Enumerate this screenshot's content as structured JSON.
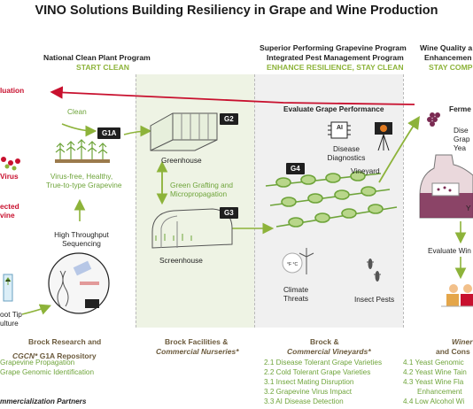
{
  "title": "VINO Solutions Building Resiliency in Grape and Wine Production",
  "columns": [
    {
      "heading": "National Clean Plant Program",
      "sub": "START CLEAN"
    },
    {
      "heading1": "Superior Performing Grapevine Program",
      "heading2": "Integrated Pest Management Program",
      "sub": "ENHANCE RESILIENCE, STAY CLEAN"
    },
    {
      "heading1": "Wine Quality a",
      "heading2": "Enhancemen",
      "sub": "STAY COMP"
    }
  ],
  "labels": {
    "evaluation": "luation",
    "clean": "Clean",
    "g1a": "G1A",
    "g2": "G2",
    "g3": "G3",
    "g4": "G4",
    "virus_free": [
      "Virus-free, Healthy,",
      "True-to-type Grapevine"
    ],
    "virus": "Virus",
    "infected": [
      "ected",
      "vine"
    ],
    "hts": [
      "High Throughput",
      "Sequencing"
    ],
    "shoot_tip": [
      "oot Tip",
      "ulture"
    ],
    "greenhouse": "Greenhouse",
    "grafting": [
      "Green Grafting and",
      "Micropropagation"
    ],
    "screenhouse": "Screenhouse",
    "evaluate_perf": "Evaluate Grape Performance",
    "disease_diag": [
      "Disease",
      "Diagnostics"
    ],
    "vineyard": "Vineyard",
    "climate": [
      "Climate",
      "Threats"
    ],
    "insect": "Insect Pests",
    "ferment": "Ferme",
    "disease_yeast": [
      "Dise",
      "Grap",
      "Yea"
    ],
    "y": "Y",
    "evaluate_wine": "Evaluate Win",
    "ai_chip": "AI",
    "weather": "°F °C"
  },
  "footer": {
    "col1": {
      "h1": "Brock Research and",
      "h2a": "CGCN*",
      "h2b": " G1A Repository",
      "items": [
        "Grapevine Propagation",
        "Grape Genomic Identification"
      ]
    },
    "col2": {
      "h1": "Brock Facilities &",
      "h2": "Commercial Nurseries*"
    },
    "col3": {
      "h1": "Brock &",
      "h2": "Commercial Vineyards*",
      "items": [
        "2.1 Disease Tolerant Grape Varieties",
        "2.2 Cold Tolerant Grape Varieties",
        "3.1 Insect Mating Disruption",
        "3.2 Grapevine Virus Impact",
        "3.3 AI Disease Detection"
      ]
    },
    "col4": {
      "h1": "Winer",
      "h2": "and Cons",
      "items": [
        "4.1 Yeast Genomic",
        "4.2 Yeast Wine Tain",
        "4.3 Yeast Wine Fla",
        "Enhancement",
        "4.4 Low Alcohol Wi"
      ]
    },
    "partners": "mmercialization Partners"
  },
  "colors": {
    "green_accent": "#8db33a",
    "red_accent": "#c8102e",
    "panel_green": "#eef3e4",
    "panel_grey": "#f0f0f0",
    "footer_brown": "#6b5a3c"
  }
}
